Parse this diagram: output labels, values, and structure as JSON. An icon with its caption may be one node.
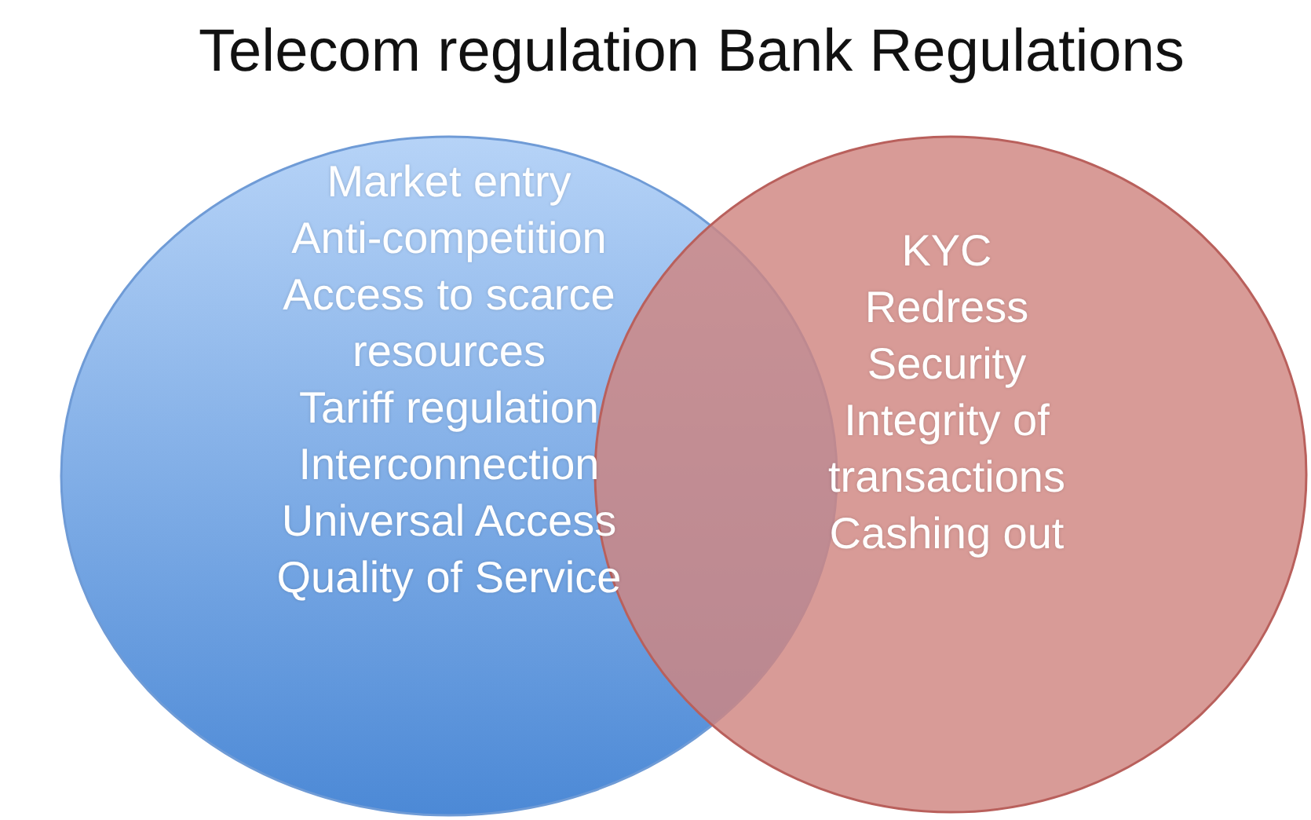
{
  "diagram": {
    "nodes": [
      {
        "text": [
          "Telecom regulation",
          "Market entry",
          "Anti-competition",
          "Access to scarce resources",
          "Tariff regulation",
          "Interconnection",
          "Universal Access",
          "Quality of Service"
        ]
      },
      {
        "text": [
          "Bank Regulations",
          "KYC",
          "Redress",
          "Security",
          "Integrity of transactions",
          "Cashing out"
        ]
      }
    ]
  }
}
